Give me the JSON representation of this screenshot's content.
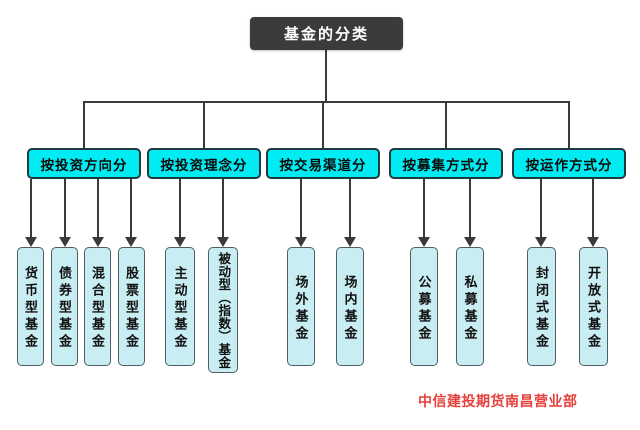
{
  "title": "基金的分类",
  "colors": {
    "root-bg": "#3b3b3b",
    "cat-fill": "#00ecf2",
    "cat-border": "#1e3a40",
    "leaf-fill": "#c8edf2",
    "leaf-border": "#4e5e62",
    "line": "#3a3a3a",
    "watermark": "#e5403c"
  },
  "tree": {
    "root": {
      "label": "基金的分类"
    },
    "groups": [
      {
        "label": "按投资方向分",
        "children": [
          "货币型基金",
          "债券型基金",
          "混合型基金",
          "股票型基金"
        ]
      },
      {
        "label": "按投资理念分",
        "children": [
          "主动型基金",
          "被动型（指数）基金"
        ]
      },
      {
        "label": "按交易渠道分",
        "children": [
          "场外基金",
          "场内基金"
        ]
      },
      {
        "label": "按募集方式分",
        "children": [
          "公募基金",
          "私募基金"
        ]
      },
      {
        "label": "按运作方式分",
        "children": [
          "封闭式基金",
          "开放式基金"
        ]
      }
    ]
  },
  "footer": {
    "watermark": "中信建投期货南昌营业部"
  }
}
